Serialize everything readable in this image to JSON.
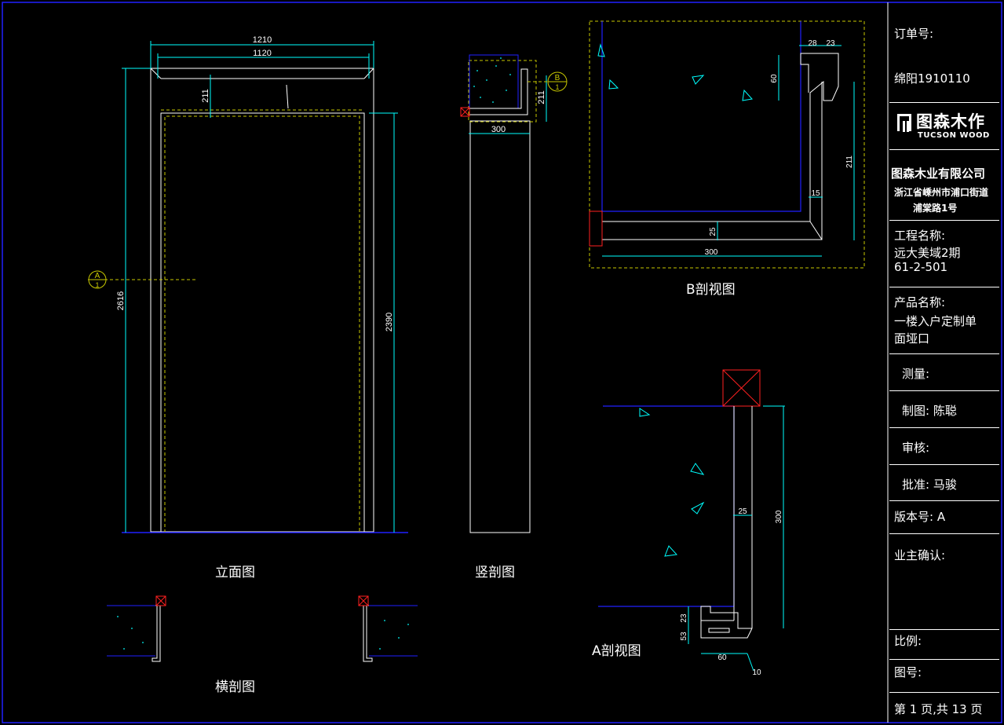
{
  "views": {
    "elevation": "立面图",
    "vertical_section": "竖剖图",
    "horizontal_section": "横剖图",
    "section_a": "A剖视图",
    "section_b": "B剖视图"
  },
  "dimensions": {
    "outer_width": "1210",
    "inner_width": "1120",
    "head_height": "211",
    "total_height": "2616",
    "opening_height": "2390",
    "jamb_depth": "300",
    "vs_head": "211",
    "b_28": "28",
    "b_23": "23",
    "b_60": "60",
    "b_211": "211",
    "b_15": "15",
    "b_25": "25",
    "b_300": "300",
    "a_25": "25",
    "a_300": "300",
    "a_23": "23",
    "a_53": "53",
    "a_60": "60",
    "a_10": "10"
  },
  "markers": {
    "a_letter": "A",
    "a_num": "1",
    "b_letter": "B",
    "b_num": "1"
  },
  "title_block": {
    "order_no_label": "订单号:",
    "order_no": "绵阳1910110",
    "logo_cn": "图森木作",
    "logo_en": "TUCSON WOOD",
    "company": "图森木业有限公司",
    "address_line1": "浙江省嵊州市浦口街道",
    "address_line2": "浦棠路1号",
    "project_label": "工程名称:",
    "project_line1": "远大美域2期",
    "project_line2": "61-2-501",
    "product_label": "产品名称:",
    "product_line1": "一楼入户定制单",
    "product_line2": "面垭口",
    "survey": "测量:",
    "drawn": "制图: 陈聪",
    "review": "审核:",
    "approve": "批准: 马骏",
    "version": "版本号:  A",
    "owner_confirm": "业主确认:",
    "scale": "比例:",
    "drawing_no": "图号:",
    "page": "第 1 页,共 13 页"
  },
  "colors": {
    "background": "#000000",
    "frame": "#2020ff",
    "dimension": "#00ffff",
    "outline": "#ffffff",
    "hidden": "#c8c800",
    "marker": "#ff2020"
  }
}
